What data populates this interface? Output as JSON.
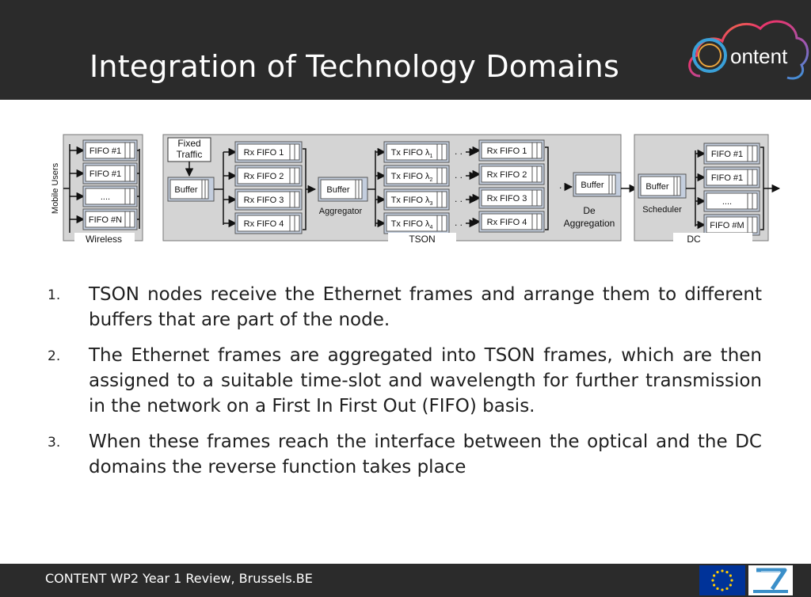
{
  "slide": {
    "title": "Integration of Technology Domains",
    "logo_text": "ontent",
    "logo_letter": "C"
  },
  "diagram": {
    "wireless": {
      "side_label": "Mobile Users",
      "queues": [
        "FIFO #1",
        "FIFO #1",
        "....",
        "FIFO #N"
      ],
      "label": "Wireless"
    },
    "tson": {
      "fixed_traffic": [
        "Fixed",
        "Traffic"
      ],
      "buffer": "Buffer",
      "rx_queues": [
        "Rx FIFO 1",
        "Rx FIFO 2",
        "Rx FIFO 3",
        "Rx FIFO 4"
      ],
      "aggregator_buffer": "Buffer",
      "aggregator_label": "Aggregator",
      "tx_queues": [
        "Tx FIFO λ",
        "Tx FIFO λ",
        "Tx FIFO λ",
        "Tx FIFO λ"
      ],
      "tx_subscripts": [
        "1",
        "2",
        "3",
        "4"
      ],
      "rx_queues_out": [
        "Rx FIFO 1",
        "Rx FIFO 2",
        "Rx FIFO 3",
        "Rx FIFO 4"
      ],
      "deagg_buffer": "Buffer",
      "deagg_label": [
        "De",
        "Aggregation"
      ],
      "label": "TSON"
    },
    "dc": {
      "buffer": "Buffer",
      "scheduler_label": "Scheduler",
      "queues": [
        "FIFO #1",
        "FIFO #1",
        "....",
        "FIFO #M"
      ],
      "label": "DC"
    }
  },
  "steps": [
    {
      "num": "1.",
      "text": "TSON nodes receive the Ethernet frames and arrange them to different buffers that are part of the node."
    },
    {
      "num": "2.",
      "text": "The Ethernet frames are aggregated into TSON frames, which are then assigned to a suitable time-slot and wavelength for further transmission in the network on a First In First Out (FIFO) basis."
    },
    {
      "num": "3.",
      "text": "When these frames reach the interface between the optical and the DC domains the reverse function takes place"
    }
  ],
  "footer": {
    "text": "CONTENT WP2 Year 1 Review, Brussels.BE"
  },
  "colors": {
    "header_bg": "#2b2b2b",
    "panel_bg": "#d4d4d4",
    "queue_fill": "#ffffff",
    "queue_shadow": "#c4cede",
    "eu_blue": "#003399",
    "eu_stars": "#ffcc00"
  }
}
